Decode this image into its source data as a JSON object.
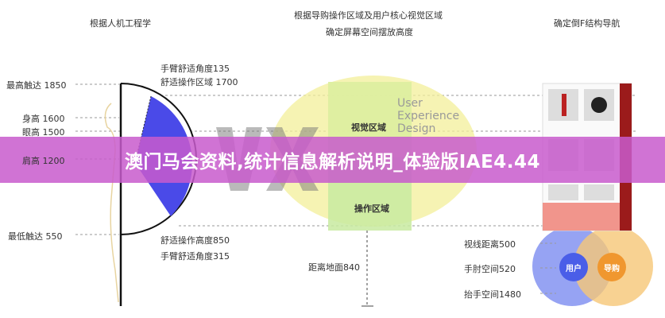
{
  "headers": {
    "left": "根据人机工程学",
    "middle_line1": "根据导购操作区域及用户核心视觉区域",
    "middle_line2": "确定屏幕空间摆放高度",
    "right": "确定倒F结构导航"
  },
  "heights": {
    "max_reach": "最高触达 1850",
    "body_height": "身高 1600",
    "eye_height": "眼高 1500",
    "shoulder_height": "肩高 1200",
    "min_reach": "最低触达 550"
  },
  "arm": {
    "angle_top": "手臂舒适角度135",
    "area_top": "舒适操作区域 1700",
    "height_bottom": "舒适操作高度850",
    "angle_bottom": "手臂舒适角度315"
  },
  "screen": {
    "visual_zone": "视觉区域",
    "operation_zone": "操作区域",
    "ux_line1": "User",
    "ux_line2": "Experience",
    "ux_line3": "Design",
    "ground_distance": "距离地面840"
  },
  "distances": {
    "sight": "视线距离500",
    "elbow": "手肘空间520",
    "raise_hand": "抬手空间1480"
  },
  "circles": {
    "user": "用户",
    "guide": "导购"
  },
  "banner": {
    "title": "澳门马会资料,统计信息解析说明_体验版IAE4.44"
  },
  "colors": {
    "blue": "#4a4ae8",
    "yellow": "#f3ef9a",
    "green": "#b9e58a",
    "banner": "#c85acd",
    "red": "#9b1b1b",
    "orange": "#f3a23c"
  }
}
